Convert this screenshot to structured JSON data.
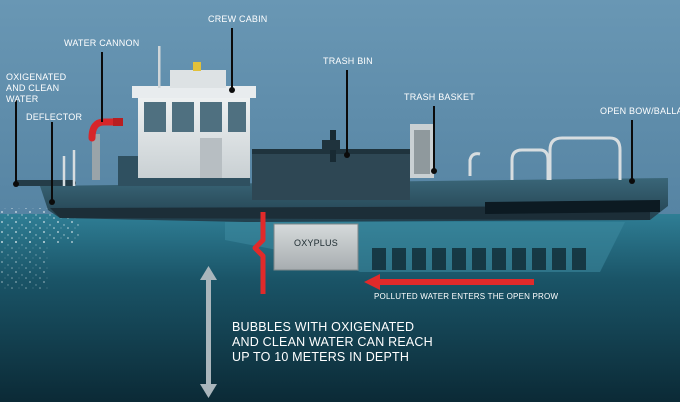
{
  "labels": {
    "oxygenated_line1": "OXIGENATED",
    "oxygenated_line2": "AND CLEAN WATER",
    "deflector": "DEFLECTOR",
    "water_cannon": "WATER CANNON",
    "crew_cabin": "CREW CABIN",
    "trash_bin": "TRASH BIN",
    "trash_basket": "TRASH BASKET",
    "open_bow_ballast": "OPEN BOW/BALLAST",
    "oxyplus": "OXYPLUS",
    "polluted_water": "POLLUTED WATER ENTERS THE OPEN PROW"
  },
  "depth_note": {
    "line1": "BUBBLES WITH OXIGENATED",
    "line2": "AND CLEAN WATER CAN REACH",
    "line3": "UP TO 10 METERS IN DEPTH"
  },
  "colors": {
    "sky": "#5f8fae",
    "water_surface": "#2f7e95",
    "water_deep": "#0d2f3d",
    "hull": "#2b4e5e",
    "hull_dark": "#1c2e38",
    "cabin": "#dfe4e6",
    "red_accent": "#e12a2a",
    "label_text": "#ffffff"
  }
}
